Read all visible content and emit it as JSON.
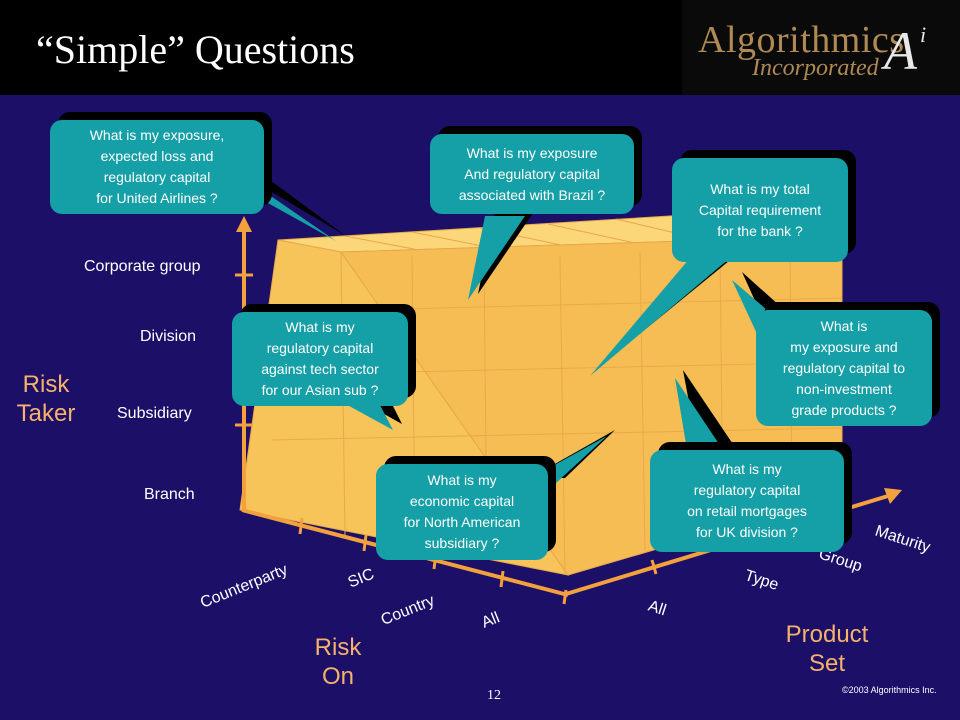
{
  "header": {
    "title": "“Simple” Questions",
    "logo_main": "Algorithmics",
    "logo_sub": "Incorporated",
    "logo_mark": "A",
    "logo_mark_sup": "i"
  },
  "colors": {
    "background": "#1c0f68",
    "header": "#000000",
    "cube_front": "#f7c45a",
    "cube_side": "#eaa53c",
    "cube_top": "#fbd779",
    "bubble": "#159fa6",
    "accent_label": "#f6b26b",
    "axis": "#f3a13c"
  },
  "axes": {
    "risk_taker": {
      "title": "Risk Taker",
      "levels": [
        "Corporate group",
        "Division",
        "Subsidiary",
        "Branch"
      ]
    },
    "risk_on": {
      "title": "Risk On",
      "levels": [
        "Counterparty",
        "SIC",
        "Country",
        "All"
      ]
    },
    "product_set": {
      "title": "Product Set",
      "levels": [
        "All",
        "Type",
        "Group",
        "Maturity"
      ]
    }
  },
  "questions": [
    {
      "lines": [
        "What is my exposure,",
        "expected loss and",
        "regulatory capital",
        "for United Airlines ?"
      ]
    },
    {
      "lines": [
        "What is my exposure",
        "And regulatory capital",
        "associated with Brazil ?"
      ]
    },
    {
      "lines": [
        "What is my total",
        "Capital requirement",
        "for the bank ?"
      ]
    },
    {
      "lines": [
        "What is my",
        "regulatory capital",
        "against tech sector",
        "for our Asian sub ?"
      ]
    },
    {
      "lines": [
        "What is",
        "my exposure and",
        "regulatory capital to",
        "non-investment",
        "grade products ?"
      ]
    },
    {
      "lines": [
        "What is my",
        "economic capital",
        "for North American",
        "subsidiary ?"
      ]
    },
    {
      "lines": [
        "What is my",
        "regulatory capital",
        "on retail mortgages",
        "for UK division ?"
      ]
    }
  ],
  "footer": {
    "page_number": "12",
    "copyright": "©2003 Algorithmics Inc."
  }
}
